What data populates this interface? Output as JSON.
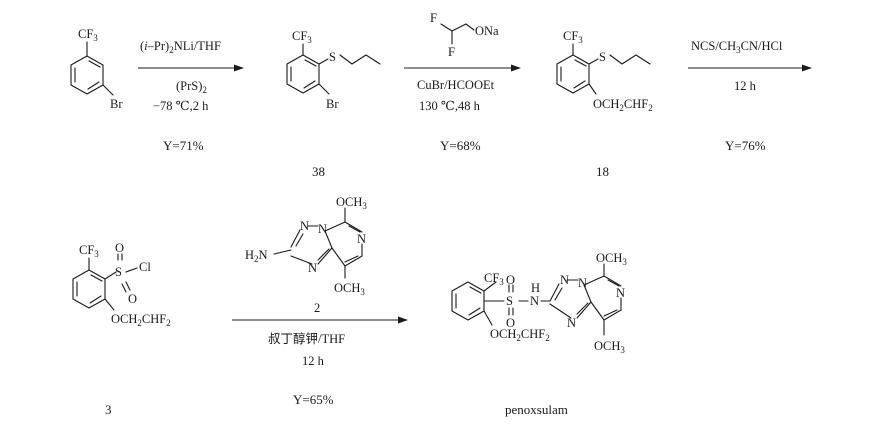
{
  "molecules": {
    "sm": {
      "cf3": "CF",
      "cf3_sub": "3",
      "br": "Br"
    },
    "c38": {
      "id": "38",
      "cf3": "CF",
      "cf3_sub": "3",
      "s": "S",
      "br": "Br"
    },
    "c18": {
      "id": "18",
      "cf3": "CF",
      "cf3_sub": "3",
      "s": "S",
      "o_a": "OCH",
      "o_sub": "2",
      "o_b": "CHF",
      "o_sub2": "2"
    },
    "c3": {
      "id": "3",
      "cf3": "CF",
      "cf3_sub": "3",
      "s": "S",
      "cl": "Cl",
      "o1": "O",
      "o2": "O",
      "o_a": "OCH",
      "o_sub": "2",
      "o_b": "CHF",
      "o_sub2": "2"
    },
    "c2": {
      "h2n_a": "H",
      "h2n_sub": "2",
      "h2n_b": "N",
      "n": "N",
      "och3_a": "OCH",
      "och3_sub": "3"
    },
    "pen": {
      "name": "penoxsulam",
      "cf3": "CF",
      "cf3_sub": "3",
      "s": "S",
      "o1": "O",
      "o2": "O",
      "nh_h": "H",
      "nh_n": "N",
      "n": "N",
      "och3_a": "OCH",
      "och3_sub": "3",
      "o_a": "OCH",
      "o_sub": "2",
      "o_b": "CHF",
      "o_sub2": "2"
    }
  },
  "reagent_na": {
    "f": "F",
    "o": "ONa"
  },
  "steps": {
    "s1": {
      "line1_open": "(",
      "line1_ital": "i",
      "line1_rest": "–Pr)",
      "line1_sub": "2",
      "line1_tail": "NLi/THF",
      "line2": "(PrS)",
      "line2_sub": "2",
      "line3": "−78 ℃,2 h",
      "yield": "Y=71%"
    },
    "s2": {
      "line1": "CuBr/HCOOEt",
      "line2": "130 ℃,48 h",
      "yield": "Y=68%"
    },
    "s3": {
      "line1_a": "NCS/CH",
      "line1_sub": "3",
      "line1_b": "CN/HCl",
      "line2": "12 h",
      "yield": "Y=76%"
    },
    "s4": {
      "line0": "2",
      "line1": "叔丁醇钾/THF",
      "line2": "12 h",
      "yield": "Y=65%"
    }
  }
}
